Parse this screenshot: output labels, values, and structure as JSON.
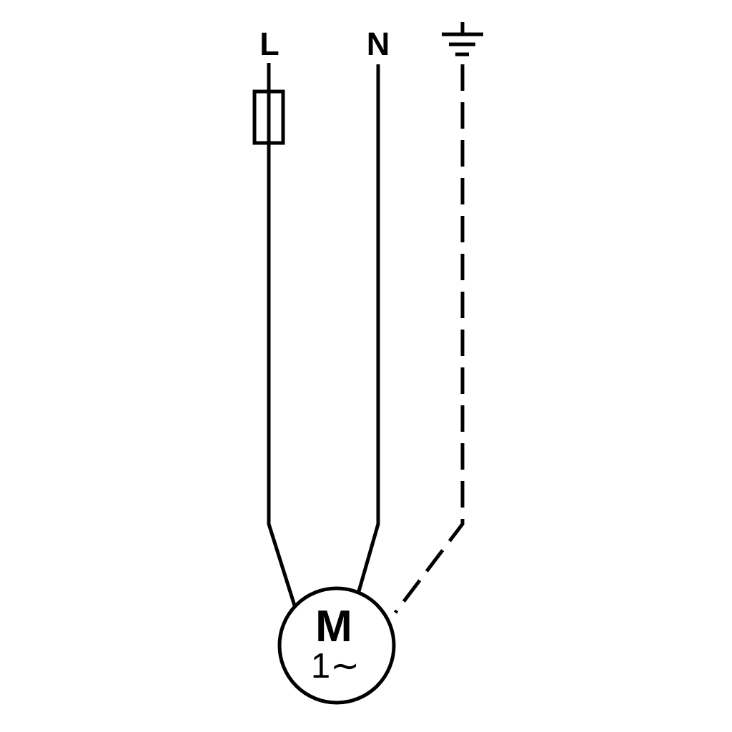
{
  "diagram": {
    "background_color": "#ffffff",
    "line_color": "#000000",
    "terminals": {
      "line": "L",
      "neutral": "N"
    },
    "motor": {
      "label": "M",
      "phase": "1∼"
    },
    "symbols": {
      "fuse": "fuse-icon",
      "earth_ground": "earth-ground-icon"
    }
  }
}
